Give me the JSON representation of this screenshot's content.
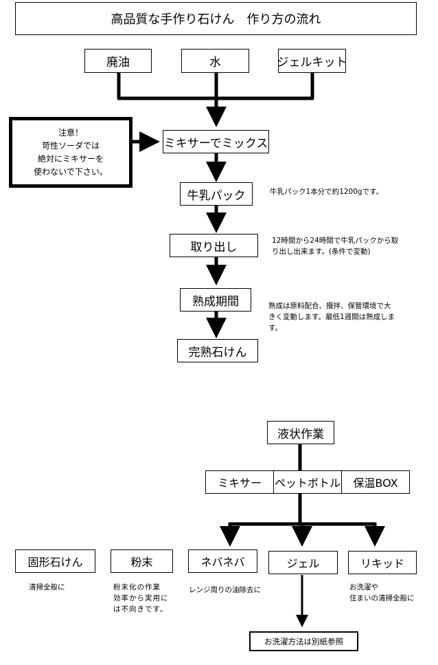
{
  "title": "高品質な手作り石けん　作り方の流れ",
  "inputs": [
    "廃油",
    "水",
    "ジェルキット"
  ],
  "steps": {
    "mix": "ミキサーでミックス",
    "pack": "牛乳パック",
    "takeout": "取り出し",
    "aging": "熟成期間",
    "done": "完熟石けん"
  },
  "warning": [
    "注意！",
    "苛性ソーダでは",
    "絶対にミキサーを",
    "使わないで下さい。"
  ],
  "notes": {
    "pack": "牛乳パック1本分で約1200gです。",
    "takeout": [
      "12時間から24時間で牛乳パックから取",
      "り出し出来ます。(条件で変動)"
    ],
    "aging": [
      "熟成は原料配合、攪拌、保管環境で大",
      "きく変動します。最低1週間は熟成しま",
      "す。"
    ]
  },
  "liquid": {
    "title": "液状作業",
    "methods": [
      "ミキサー",
      "ペットボトル",
      "保温BOX"
    ]
  },
  "types": [
    {
      "label": "固形石けん",
      "note": [
        "清掃全般に"
      ]
    },
    {
      "label": "粉末",
      "note": [
        "粉末化の作業",
        "効率から実用に",
        "は不向きです。"
      ]
    },
    {
      "label": "ネバネバ",
      "note": [
        "レンジ周りの油除去に"
      ]
    },
    {
      "label": "ジェル",
      "note": []
    },
    {
      "label": "リキッド",
      "note": [
        "お洗濯や",
        "住まいの清掃全般に"
      ]
    }
  ],
  "laundry": "お洗濯方法は別紙参照"
}
